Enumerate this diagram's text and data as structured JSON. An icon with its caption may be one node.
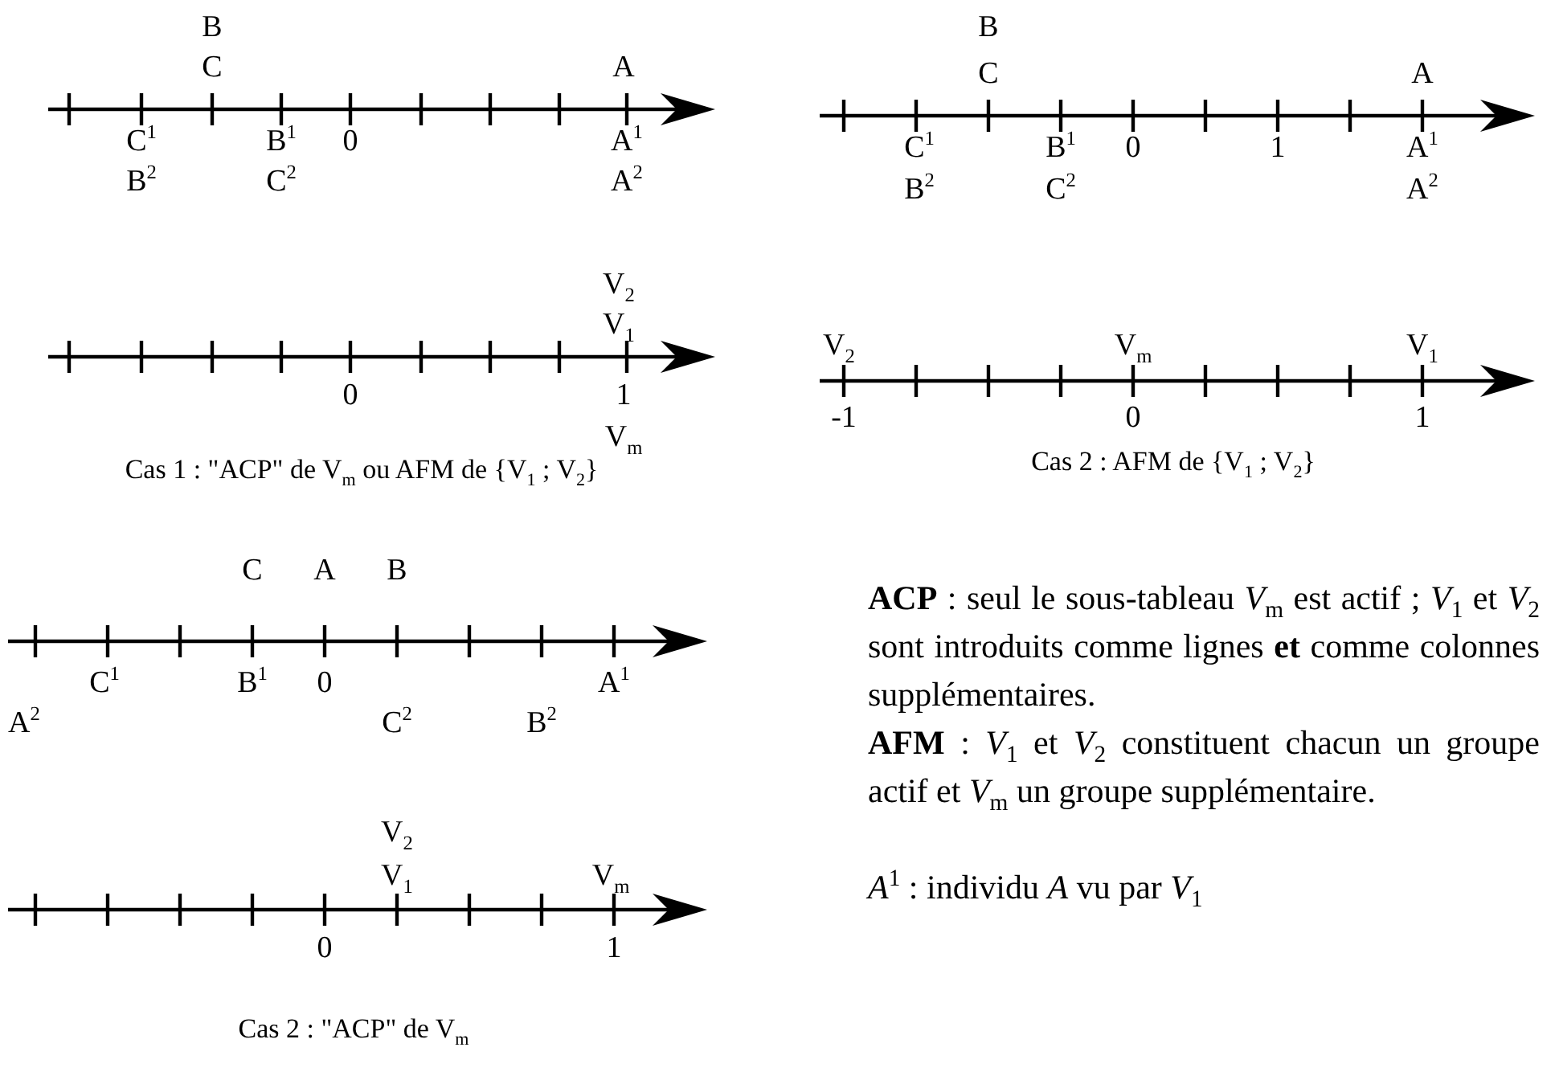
{
  "diagram": {
    "labels": [
      "B",
      "B",
      "C",
      "A",
      "C",
      "A",
      "C$^{1}$",
      "B$^{1}$",
      "0",
      "A$^{1}$",
      "C$^{1}$",
      "B$^{1}$",
      "0",
      "1",
      "A$^{1}$",
      "B$^{2}$",
      "C$^{2}$",
      "A$^{2}$",
      "B$^{2}$",
      "C$^{2}$",
      "A$^{2}$",
      "V$_{2}$",
      "V$_{1}$",
      "V$_{2}$",
      "V$_{m}$",
      "V$_{1}$",
      "0",
      "1",
      "-1",
      "0",
      "1",
      "V$_{m}$",
      "Cas 1 : \"ACP\" de V$_{m}$ ou AFM de {V$_{1}$ ; V$_{2}$}",
      "Cas 2 : AFM de {V$_{1}$ ; V$_{2}$}",
      "C",
      "A",
      "B",
      "**ACP** : seul le sous-tableau *V*$_{m}$ est actif ; *V*$_{1}$ et *V*$_{2}$ sont introduits comme lignes **et** comme colonnes supplémentaires.",
      "C$^{1}$",
      "B$^{1}$",
      "0",
      "A$^{1}$",
      "A$^{2}$",
      "C$^{2}$",
      "B$^{2}$",
      "**AFM** : *V*$_{1}$ et *V*$_{2}$ constituent chacun un groupe actif et *V*$_{m}$ un groupe supplémentaire.",
      "V$_{2}$",
      "V$_{1}$",
      "V$_{m}$",
      "*A*$^{1}$ : individu *A* vu par *V*$_{1}$",
      "0",
      "1",
      "Cas 2 : \"ACP\" de V$_{m}$"
    ]
  }
}
